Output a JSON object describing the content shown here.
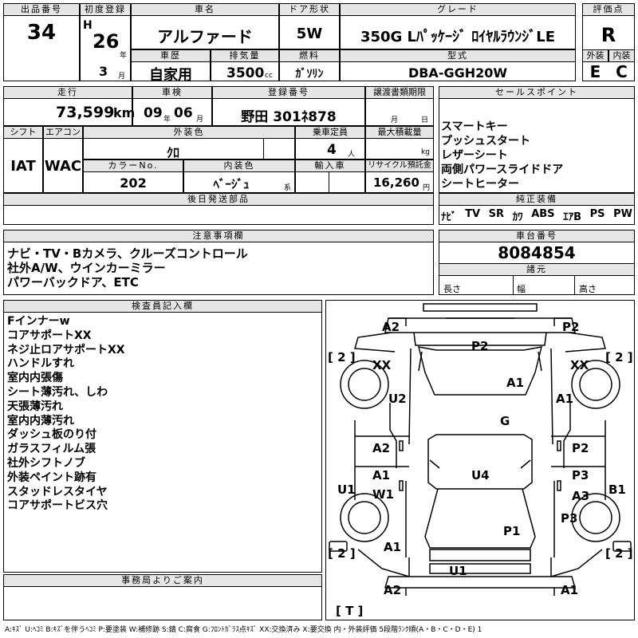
{
  "lot": {
    "label": "出品番号",
    "value": "34"
  },
  "first_reg": {
    "label": "初度登録",
    "era": "H",
    "year": "26",
    "year_unit": "年",
    "month": "3",
    "month_unit": "月"
  },
  "car_name": {
    "label": "車名",
    "value": "アルファード"
  },
  "door": {
    "label": "ドア形状",
    "value": "5W"
  },
  "grade": {
    "label": "グレード",
    "value": "350G Lﾊﾟｯｹｰｼﾞ ﾛｲﾔﾙﾗｳﾝｼﾞLE"
  },
  "rating": {
    "label": "評価点",
    "value": "R",
    "ext_label": "外装",
    "int_label": "内装",
    "ext": "E",
    "int": "C"
  },
  "history": {
    "label": "車歴",
    "value": "自家用"
  },
  "displacement": {
    "label": "排気量",
    "value": "3500",
    "unit": "cc"
  },
  "fuel": {
    "label": "燃料",
    "value": "ｶﾞｿﾘﾝ"
  },
  "model": {
    "label": "型式",
    "value": "DBA-GGH20W"
  },
  "mileage": {
    "label": "走行",
    "value": "73,599",
    "unit": "km"
  },
  "inspection": {
    "label": "車検",
    "year": "09",
    "year_unit": "年",
    "month": "06",
    "month_unit": "月"
  },
  "plate": {
    "label": "登録番号",
    "value": "野田 301ﾈ878"
  },
  "transfer": {
    "label": "譲渡書類期限",
    "month_unit": "月",
    "day_unit": "日"
  },
  "sales_point": {
    "label": "セールスポイント",
    "items": [
      "スマートキー",
      "プッシュスタート",
      "レザーシート",
      "両側パワースライドドア",
      "シートヒーター"
    ]
  },
  "shift": {
    "label": "シフト",
    "value": "IAT"
  },
  "aircon": {
    "label": "エアコン",
    "value": "WAC"
  },
  "color": {
    "label": "外装色",
    "value": "ｸﾛ"
  },
  "capacity": {
    "label": "乗車定員",
    "value": "4",
    "unit": "人"
  },
  "max_load": {
    "label": "最大積載量",
    "unit": "kg"
  },
  "color_no": {
    "label": "カラーNo.",
    "value": "202"
  },
  "interior_color": {
    "label": "内装色",
    "value": "ﾍﾞｰｼﾞｭ",
    "unit": "系"
  },
  "import": {
    "label": "輸入車"
  },
  "recycle": {
    "label": "リサイクル預託金",
    "value": "16,260",
    "unit": "円"
  },
  "later_parts": {
    "label": "後日発送部品"
  },
  "equipment": {
    "label": "純正装備",
    "items": [
      "ﾅﾋﾞ",
      "TV",
      "SR",
      "ｶﾜ",
      "ABS",
      "ｴｱB",
      "PS",
      "PW"
    ]
  },
  "notes": {
    "label": "注意事項欄",
    "lines": [
      "ナビ・TV・Bカメラ、クルーズコントロール",
      "社外A/W、ウインカーミラー",
      "パワーバックドア、ETC"
    ]
  },
  "chassis": {
    "label": "車台番号",
    "value": "8084854"
  },
  "dims": {
    "label": "諸元",
    "length": "長さ",
    "width": "幅",
    "height": "高さ"
  },
  "inspector": {
    "label": "検査員記入欄",
    "lines": [
      "Fインナーw",
      "コアサポートXX",
      "ネジ止ロアサポートXX",
      "ハンドルすれ",
      "室内内張傷",
      "シート薄汚れ、しわ",
      "天張薄汚れ",
      "室内内薄汚れ",
      "ダッシュ板のり付",
      "ガラスフィルム張",
      "社外シフトノブ",
      "外装ペイント跡有",
      "スタッドレスタイヤ",
      "コアサポートビス穴"
    ]
  },
  "office": {
    "label": "事務局よりご案内"
  },
  "diagram": {
    "marks": [
      "A2",
      "P2",
      "P2",
      "[ 2 ]",
      "XX",
      "[ 2 ]",
      "XX",
      "A1",
      "U2",
      "A1",
      "G",
      "A2",
      "P2",
      "U4",
      "A1",
      "P3",
      "W1",
      "A3",
      "U1",
      "B1",
      "P3",
      "P1",
      "[ 2 ]",
      "A1",
      "[ 2 ]",
      "U1",
      "A2",
      "A1",
      "[ T ]"
    ]
  },
  "legend": "A:ｷｽﾞ U:ﾍｺﾐ B:ｷｽﾞを伴うﾍｺﾐ P:要塗装 W:補修跡 S:錆 C:腐食 G:ﾌﾛﾝﾄｶﾞﾗｽ点ｷｽﾞ XX:交換済み X:要交換 内・外装評価 5段階ﾗﾝｸ順(A・B・C・D・E) 1"
}
